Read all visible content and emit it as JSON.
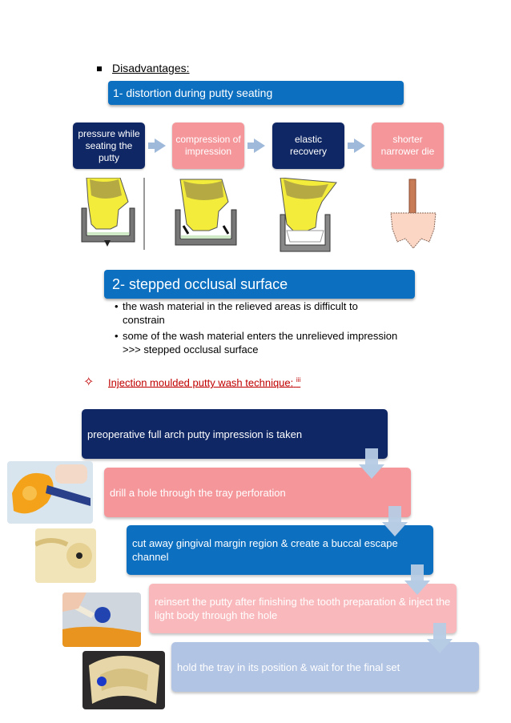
{
  "disadvantages": {
    "heading": "Disadvantages:",
    "item1_title": "1-   distortion during putty seating",
    "process": [
      {
        "label": "pressure while seating the putty",
        "style": "dark"
      },
      {
        "label": "compression of impression",
        "style": "pink"
      },
      {
        "label": "elastic recovery",
        "style": "dark"
      },
      {
        "label": "shorter narrower die",
        "style": "pink"
      }
    ],
    "item2_title": "2- stepped occlusal surface",
    "item2_points": [
      "the wash material in the relieved areas is difficult to constrain",
      "some of the wash material enters the unrelieved impression >>> stepped occlusal surface"
    ]
  },
  "injection": {
    "title": "Injection moulded putty wash technique:",
    "footnote": "iii",
    "steps": [
      "preoperative full arch putty impression is taken",
      "drill a hole through the tray perforation",
      "cut away gingival margin region & create a buccal escape channel",
      "reinsert the putty after finishing the tooth preparation & inject the light body through the hole",
      "hold the tray in its position & wait for the final set"
    ]
  },
  "icons": {
    "bullet": "square-bullet-icon",
    "heading_marker": "four-point-star-icon",
    "flow_arrow": "right-arrow-icon",
    "step_arrow": "down-arrow-icon"
  },
  "colors": {
    "blue": "#0c6fc0",
    "navy": "#0f2764",
    "pink": "#f4969a",
    "light_pink": "#f9b9bc",
    "lavender": "#b2c4e4",
    "accent_red": "#c00000"
  }
}
